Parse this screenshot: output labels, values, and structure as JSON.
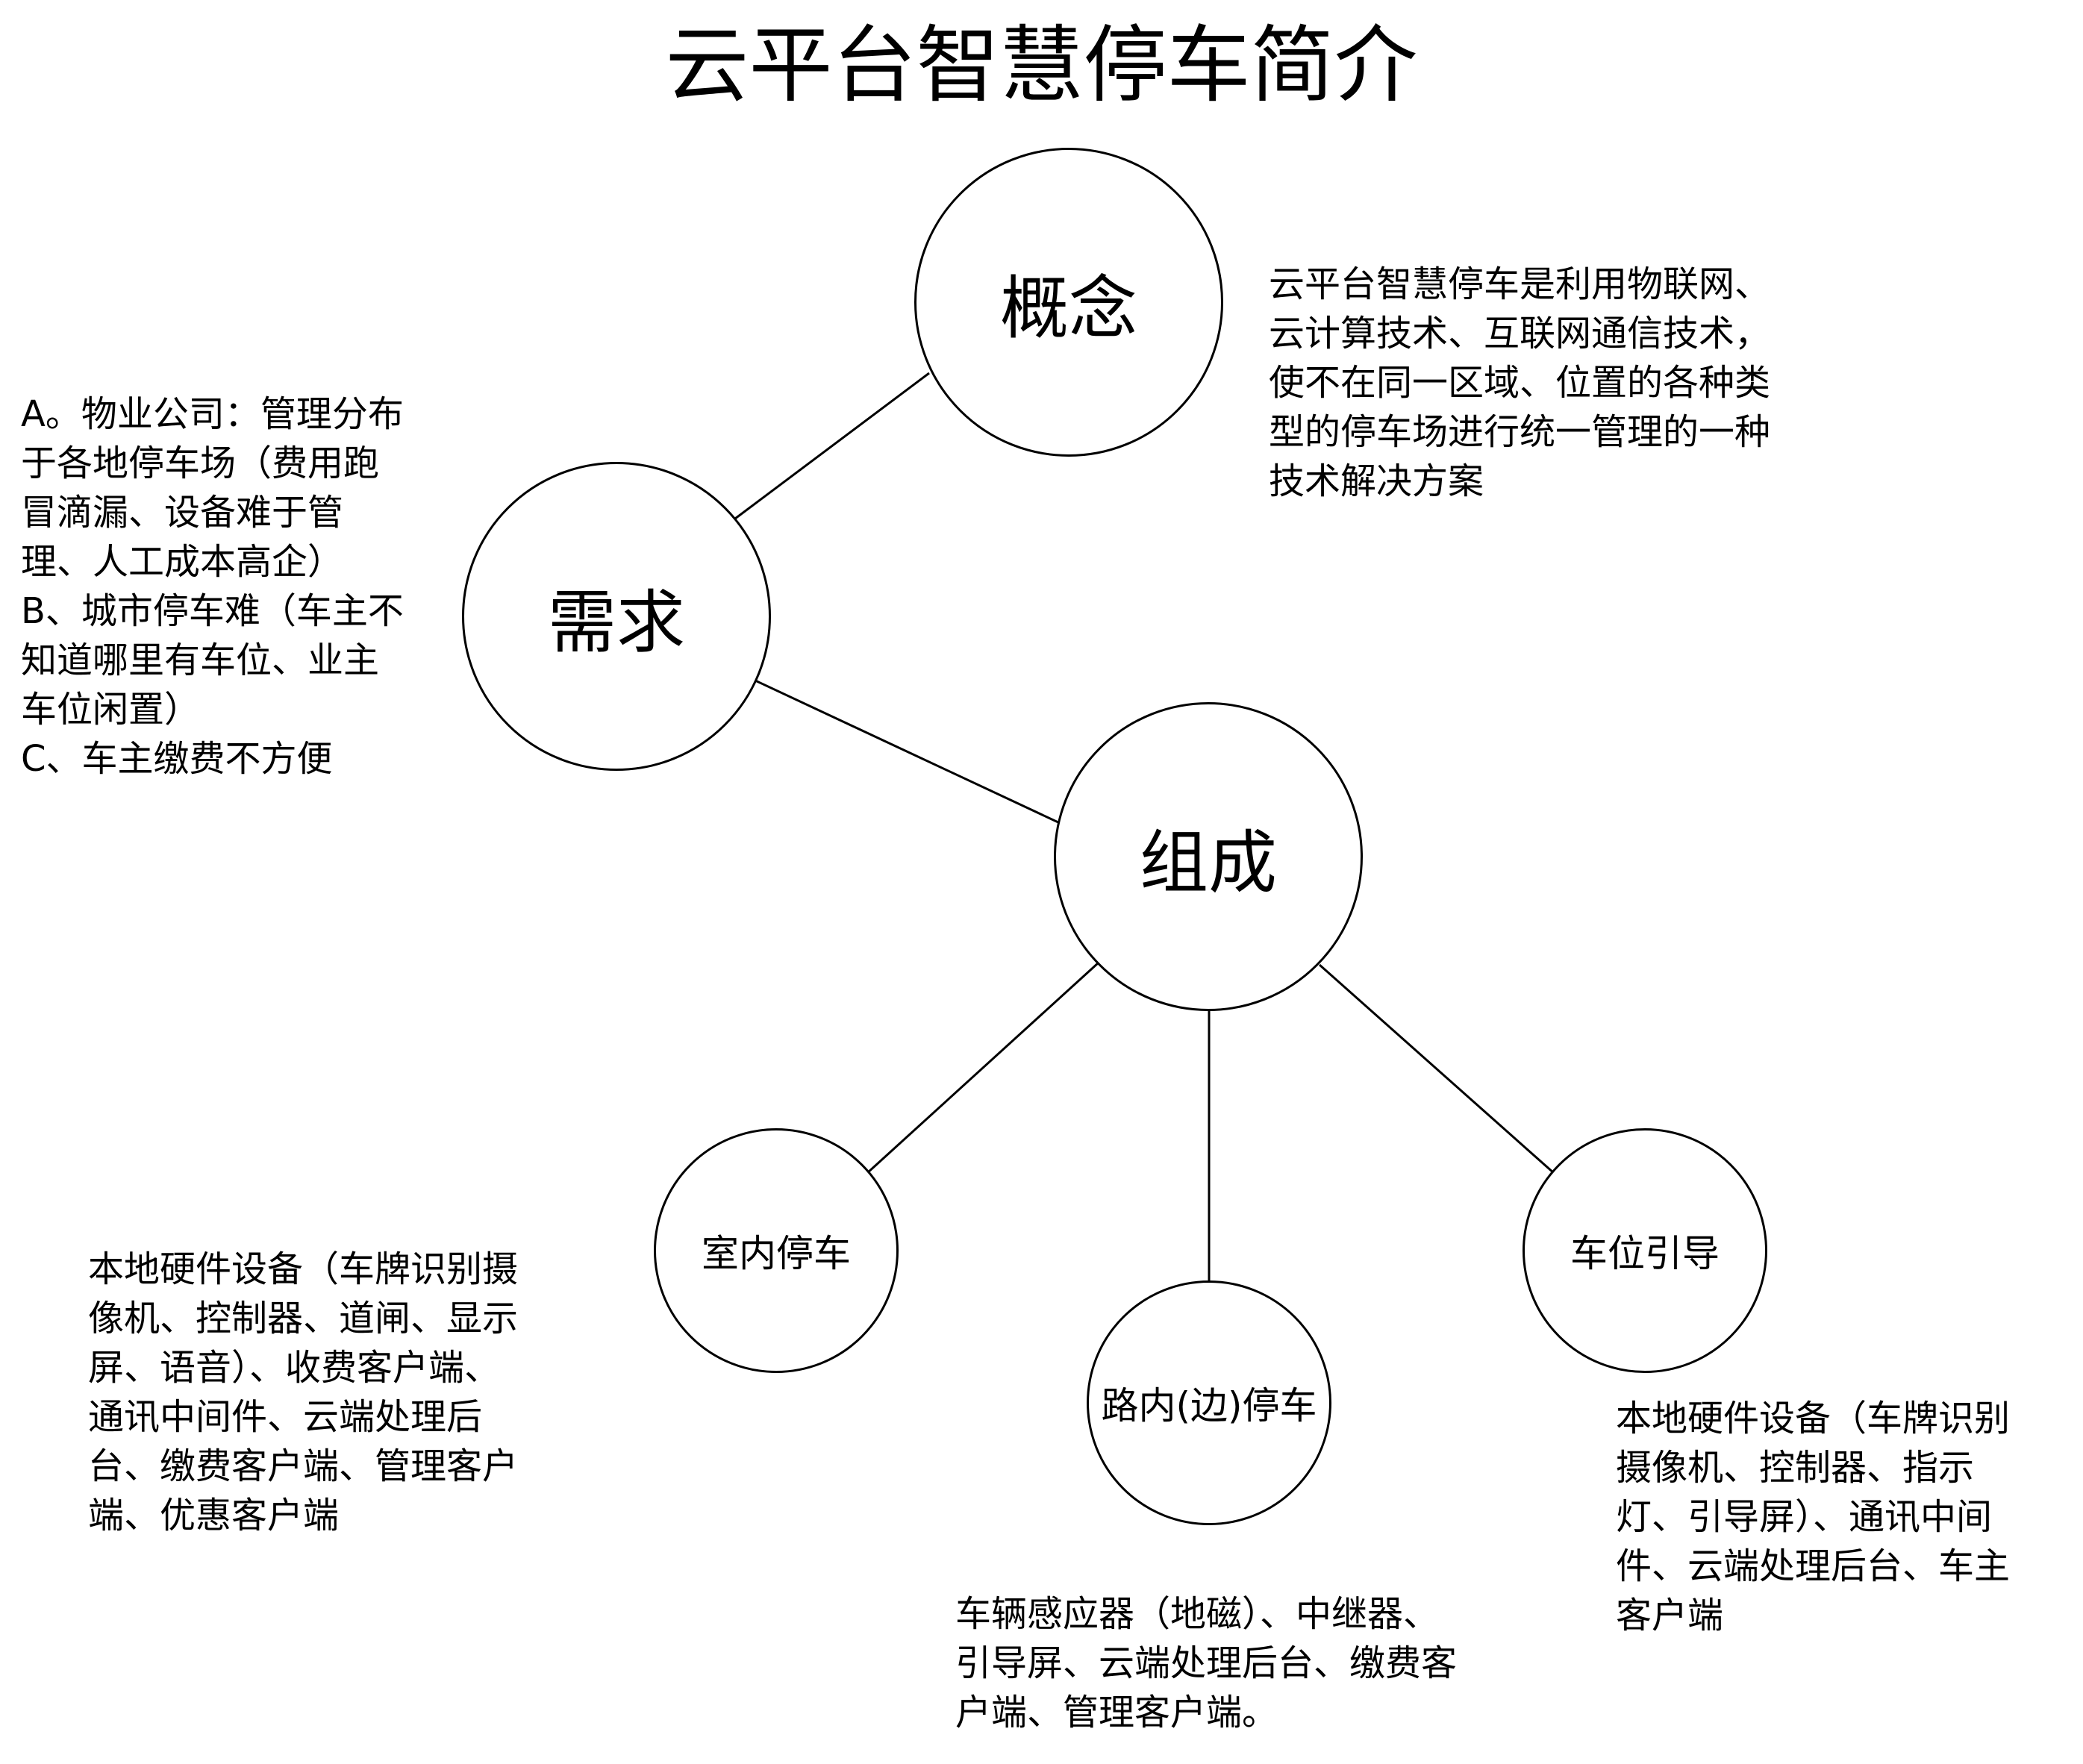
{
  "title": "云平台智慧停车简介",
  "nodes": {
    "concept": "概念",
    "demand": "需求",
    "composition": "组成",
    "indoor": "室内停车",
    "roadside": "路内(边)停车",
    "guidance": "车位引导"
  },
  "descriptions": {
    "concept": " 云平台智慧停车是利用物联网、\n云计算技术、互联网通信技术，\n使不在同一区域、位置的各种类\n型的停车场进行统一管理的一种\n技术解决方案",
    "demand": " A。物业公司：管理分布\n于各地停车场（费用跑\n冒滴漏、设备难于管\n理、人工成本高企）\nB、城市停车难（车主不\n知道哪里有车位、业主\n车位闲置）\nC、车主缴费不方便",
    "indoor": "本地硬件设备（车牌识别摄\n像机、控制器、道闸、显示\n屏、语音）、收费客户端、\n通讯中间件、云端处理后\n台、缴费客户端、管理客户\n端、优惠客户端",
    "roadside": "车辆感应器（地磁）、中继器、\n引导屏、云端处理后台、缴费客\n户端、管理客户端。",
    "guidance": "本地硬件设备（车牌识别\n摄像机、控制器、指示\n灯、引导屏）、通讯中间\n件、云端处理后台、车主\n客户端"
  },
  "colors": {
    "line": "#000000",
    "background": "#ffffff"
  }
}
